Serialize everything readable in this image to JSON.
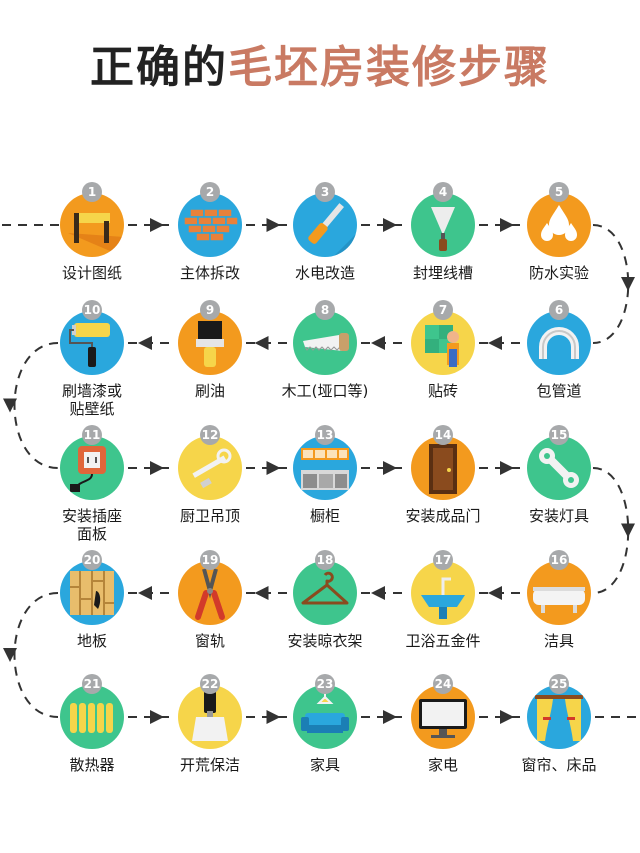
{
  "title": {
    "part1": "正确的",
    "part2": "毛坯房装修步骤"
  },
  "colors": {
    "title_dark": "#222222",
    "title_accent": "#c97a63",
    "badge": "#a7a9ab",
    "line": "#333333"
  },
  "steps": [
    {
      "num": "1",
      "label": "设计图纸",
      "icon": "drafting-icon",
      "color": "#f39a1e"
    },
    {
      "num": "2",
      "label": "主体拆改",
      "icon": "brick-wall-icon",
      "color": "#2aa7dd"
    },
    {
      "num": "3",
      "label": "水电改造",
      "icon": "screwdriver-icon",
      "color": "#2aa7dd"
    },
    {
      "num": "4",
      "label": "封埋线槽",
      "icon": "trowel-icon",
      "color": "#3ec58d"
    },
    {
      "num": "5",
      "label": "防水实验",
      "icon": "water-drops-icon",
      "color": "#f39a1e"
    },
    {
      "num": "6",
      "label": "包管道",
      "icon": "pipe-icon",
      "color": "#2aa7dd"
    },
    {
      "num": "7",
      "label": "贴砖",
      "icon": "tiler-icon",
      "color": "#f6d54a"
    },
    {
      "num": "8",
      "label": "木工(垭口等)",
      "icon": "saw-icon",
      "color": "#3ec58d"
    },
    {
      "num": "9",
      "label": "刷油",
      "icon": "paint-brush-icon",
      "color": "#f39a1e"
    },
    {
      "num": "10",
      "label": "刷墙漆或\n贴壁纸",
      "icon": "paint-roller-icon",
      "color": "#2aa7dd"
    },
    {
      "num": "11",
      "label": "安装插座\n面板",
      "icon": "socket-plug-icon",
      "color": "#3ec58d"
    },
    {
      "num": "12",
      "label": "厨卫吊顶",
      "icon": "ceiling-tool-icon",
      "color": "#f6d54a"
    },
    {
      "num": "13",
      "label": "橱柜",
      "icon": "kitchen-cabinet-icon",
      "color": "#2aa7dd"
    },
    {
      "num": "14",
      "label": "安装成品门",
      "icon": "door-icon",
      "color": "#f39a1e"
    },
    {
      "num": "15",
      "label": "安装灯具",
      "icon": "wrench-icon",
      "color": "#3ec58d"
    },
    {
      "num": "16",
      "label": "洁具",
      "icon": "bathtub-icon",
      "color": "#f39a1e"
    },
    {
      "num": "17",
      "label": "卫浴五金件",
      "icon": "washbasin-icon",
      "color": "#f6d54a"
    },
    {
      "num": "18",
      "label": "安装晾衣架",
      "icon": "hanger-icon",
      "color": "#3ec58d"
    },
    {
      "num": "19",
      "label": "窗轨",
      "icon": "pliers-icon",
      "color": "#f39a1e"
    },
    {
      "num": "20",
      "label": "地板",
      "icon": "floor-planks-icon",
      "color": "#2aa7dd"
    },
    {
      "num": "21",
      "label": "散热器",
      "icon": "radiator-icon",
      "color": "#3ec58d"
    },
    {
      "num": "22",
      "label": "开荒保洁",
      "icon": "scraper-icon",
      "color": "#f6d54a"
    },
    {
      "num": "23",
      "label": "家具",
      "icon": "sofa-icon",
      "color": "#3ec58d"
    },
    {
      "num": "24",
      "label": "家电",
      "icon": "tv-icon",
      "color": "#f39a1e"
    },
    {
      "num": "25",
      "label": "窗帘、床品",
      "icon": "curtains-icon",
      "color": "#2aa7dd"
    }
  ]
}
